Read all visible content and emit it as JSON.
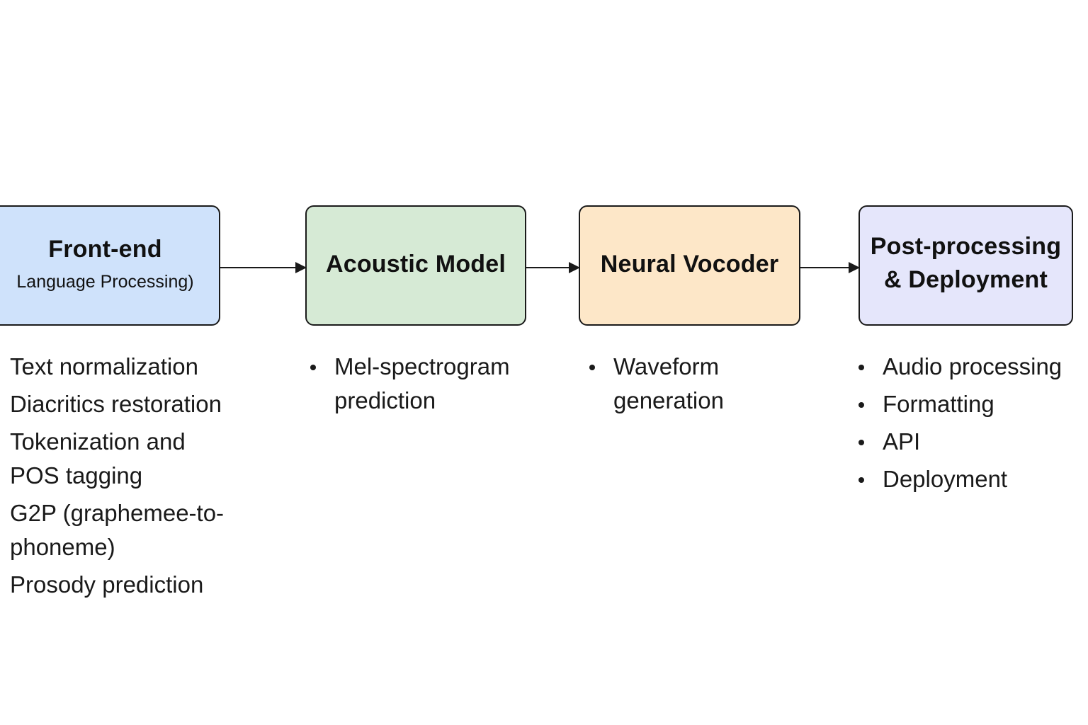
{
  "colors": {
    "frontend_fill": "#cfe2fb",
    "acoustic_fill": "#d6ead5",
    "vocoder_fill": "#fde7c8",
    "post_fill": "#e5e6fb",
    "stroke": "#1a1a1a"
  },
  "stages": [
    {
      "title": "Front-end",
      "subtitle": "Language Processing)",
      "items": [
        "Text normalization",
        "Diacritics restoration",
        "Tokenization and POS tagging",
        "G2P (graphemee-to-phoneme)",
        "Prosody prediction"
      ]
    },
    {
      "title": "Acoustic Model",
      "items": [
        "Mel-spectrogram prediction"
      ]
    },
    {
      "title": "Neural Vocoder",
      "items": [
        "Waveform generation"
      ]
    },
    {
      "title": "Post-processing & Deployment",
      "items": [
        "Audio processing",
        "Formatting",
        "API",
        "Deployment"
      ]
    }
  ]
}
